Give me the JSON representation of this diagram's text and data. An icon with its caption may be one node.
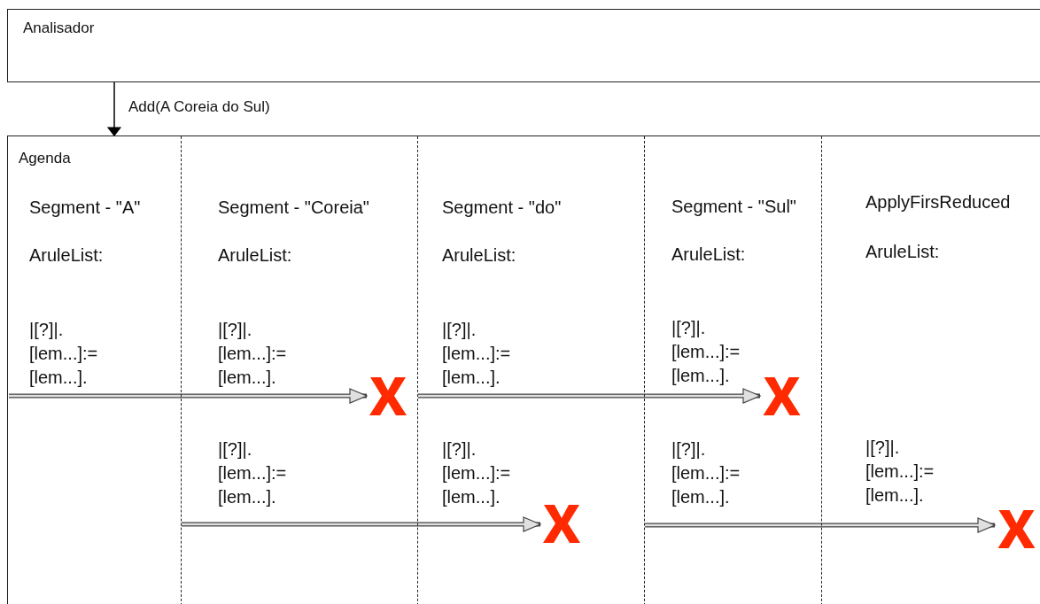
{
  "diagram": {
    "nodes": [
      {
        "text": [
          "Analisador"
        ]
      },
      {
        "text": [
          "Agenda"
        ]
      },
      {
        "text": [
          "Segment - \"A\"",
          "AruleList:",
          "|[?]|. [lem...]:= [lem...]."
        ],
        "in": 1
      },
      {
        "text": [
          "Segment - \"Coreia\"",
          "AruleList:",
          "|[?]|. [lem...]:= [lem...].",
          "|[?]|. [lem...]:= [lem...]."
        ],
        "in": 1
      },
      {
        "text": [
          "Segment - \"do\"",
          "AruleList:",
          "|[?]|. [lem...]:= [lem...].",
          "|[?]|. [lem...]:= [lem...]."
        ],
        "in": 1
      },
      {
        "text": [
          "Segment - \"Sul\"",
          "AruleList:",
          "|[?]|. [lem...]:= [lem...].",
          "|[?]|. [lem...]:= [lem...]."
        ],
        "in": 1
      },
      {
        "text": [
          "ApplyFirsReduced",
          "AruleList:",
          "|[?]|. [lem...]:= [lem...]."
        ],
        "in": 1
      },
      {
        "text": [],
        "shape": "cross",
        "in": 3
      },
      {
        "text": [],
        "shape": "cross",
        "in": 4
      },
      {
        "text": [],
        "shape": "cross",
        "in": 5
      },
      {
        "text": [],
        "shape": "cross",
        "in": 6
      }
    ],
    "edges": [
      {
        "from": 0,
        "to": 1,
        "arrow": "to",
        "label": "Add(A Coreia do Sul)",
        "color": "#000000"
      },
      {
        "from": 2,
        "to": 7,
        "arrow": "to"
      },
      {
        "from": 4,
        "to": 9,
        "arrow": "to"
      },
      {
        "from": 3,
        "to": 8,
        "arrow": "to"
      },
      {
        "from": 5,
        "to": 10,
        "arrow": "to"
      }
    ]
  }
}
